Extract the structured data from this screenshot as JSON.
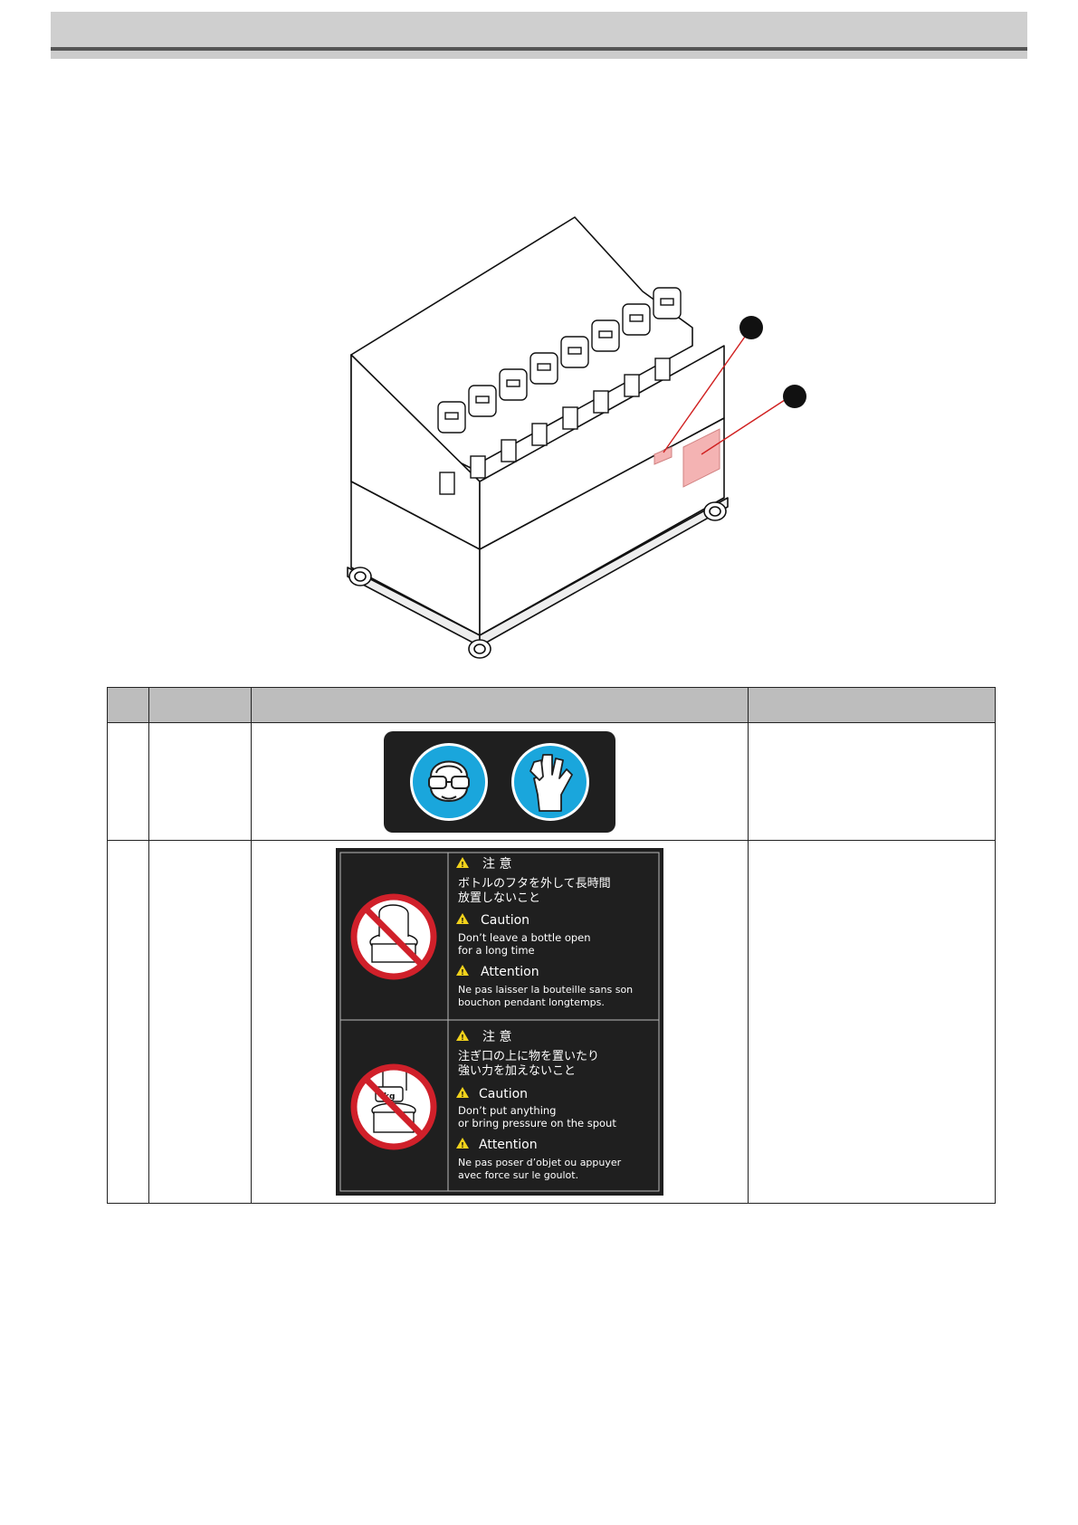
{
  "labels": {
    "protective_equipment": {},
    "bottle_warning": {
      "upper": {
        "jp_heading": "注 意",
        "jp_text_1": "ボトルのフタを外して長時間",
        "jp_text_2": "放置しないこと",
        "en_heading": "Caution",
        "en_text_1": "Don’t leave a bottle open",
        "en_text_2": "for a long time",
        "fr_heading": "Attention",
        "fr_text_1": "Ne pas laisser la bouteille sans son",
        "fr_text_2": "bouchon pendant longtemps."
      },
      "lower": {
        "jp_heading": "注 意",
        "jp_text_1": "注ぎ口の上に物を置いたり",
        "jp_text_2": "強い力を加えないこと",
        "en_heading": "Caution",
        "en_text_1": "Don’t put anything",
        "en_text_2": "or bring pressure on the spout",
        "fr_heading": "Attention",
        "fr_text_1": "Ne pas poser d’objet ou appuyer",
        "fr_text_2": "avec force sur le goulot.",
        "weight_mark": "kg"
      }
    }
  },
  "colors": {
    "sticker_bg": "#1f1f1f",
    "ppe_blue": "#1aa6dc",
    "prohibition_red": "#d0202a",
    "warning_yellow": "#f2d21b",
    "label_highlight": "#f4b3b3",
    "leader_line": "#d02020"
  }
}
